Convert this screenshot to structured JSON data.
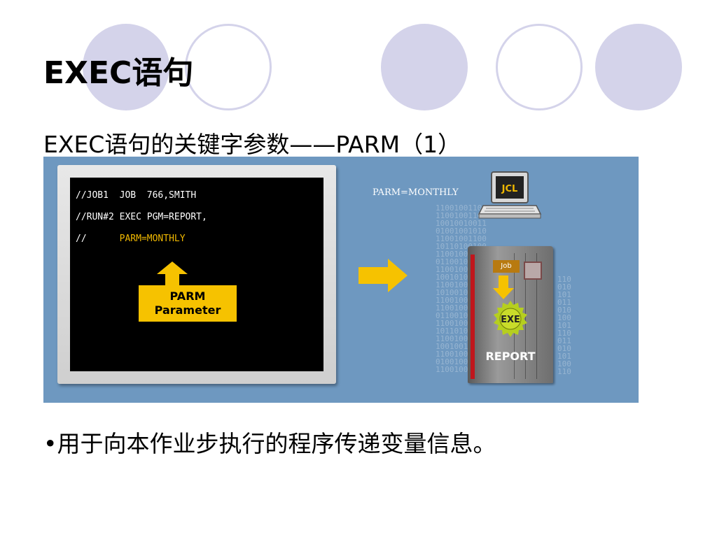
{
  "slide": {
    "title": "EXEC语句",
    "subtitle": "EXEC语句的关键字参数——PARM（1）",
    "bullet": "•用于向本作业步执行的程序传递变量信息。"
  },
  "figure": {
    "code_lines": [
      "//JOB1  JOB  766,SMITH",
      "//RUN#2 EXEC PGM=REPORT,",
      "//      "
    ],
    "code_highlight": "PARM=MONTHLY",
    "parm_label_line1": "PARM",
    "parm_label_line2": "Parameter",
    "parm_text": "PARM=MONTHLY",
    "jcl_label": "JCL",
    "job_label": "Job",
    "exe_label": "EXE",
    "report_label": "REPORT"
  },
  "colors": {
    "circle_fill": "#d4d3ea",
    "figure_bg": "#6e98c0",
    "highlight": "#f0b800",
    "label_bg": "#f6c200"
  }
}
